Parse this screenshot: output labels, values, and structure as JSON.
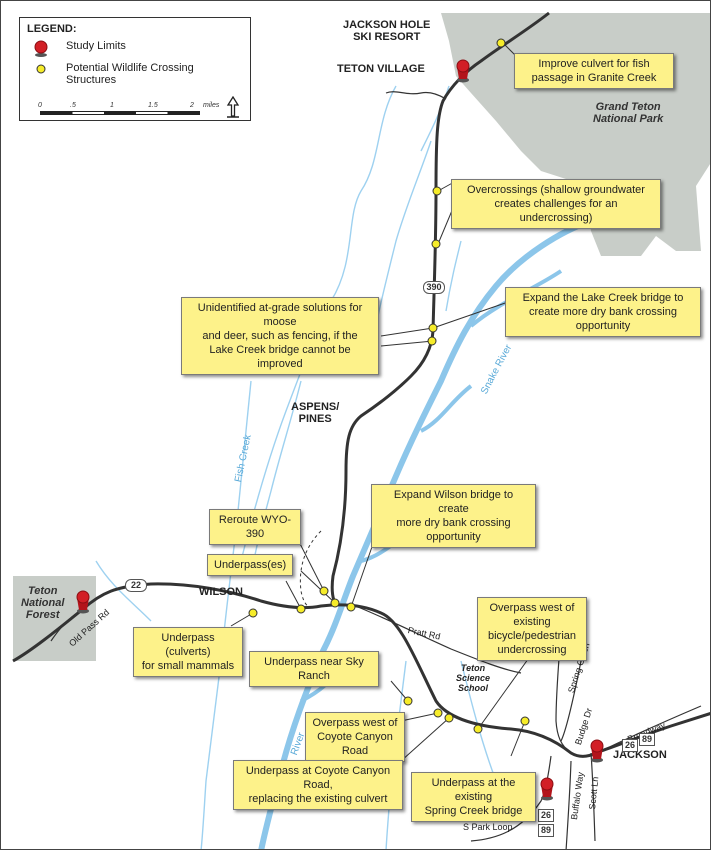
{
  "legend": {
    "title": "LEGEND:",
    "study_limits": "Study Limits",
    "crossing_line1": "Potential Wildlife Crossing",
    "crossing_line2": "Structures",
    "scale_ticks": [
      "0",
      ".5",
      "1",
      "1.5",
      "2",
      "miles"
    ]
  },
  "places": {
    "ski_resort_1": "JACKSON HOLE",
    "ski_resort_2": "SKI RESORT",
    "teton_village": "TETON VILLAGE",
    "grand_teton_1": "Grand Teton",
    "grand_teton_2": "National Park",
    "aspens_1": "ASPENS/",
    "aspens_2": "PINES",
    "wilson": "WILSON",
    "teton_forest_1": "Teton",
    "teton_forest_2": "National",
    "teton_forest_3": "Forest",
    "science_1": "Teton",
    "science_2": "Science",
    "science_3": "School",
    "jackson": "JACKSON"
  },
  "water": {
    "fish_creek": "Fish Creek",
    "snake_river": "Snake River",
    "river_fragment": "River"
  },
  "roads": {
    "old_pass": "Old Pass Rd",
    "pratt": "Pratt Rd",
    "spring_gulch": "Spring Gulch",
    "budge": "Budge Dr",
    "buffalo": "Buffalo Way",
    "scott": "Scott Ln",
    "broadway": "Broadway",
    "s_park": "S Park Loop"
  },
  "shields": {
    "wyo390": "390",
    "wyo22": "22",
    "us26a": "26",
    "us89a": "89",
    "us26b": "26",
    "us89b": "89"
  },
  "callouts": {
    "granite_1": "Improve culvert for fish",
    "granite_2": "passage in Granite Creek",
    "over_1": "Overcrossings  (shallow groundwater",
    "over_2": "creates challenges for an undercrossing)",
    "lake_1": "Expand the Lake Creek bridge to",
    "lake_2": "create more dry bank crossing opportunity",
    "grade_1": "Unidentified at-grade solutions for moose",
    "grade_2": "and deer, such as fencing, if the",
    "grade_3": "Lake Creek bridge cannot be improved",
    "wilson_br_1": "Expand Wilson bridge to create",
    "wilson_br_2": "more dry bank crossing opportunity",
    "reroute": "Reroute WYO-390",
    "underpasses": "Underpass(es)",
    "culverts_1": "Underpass (culverts)",
    "culverts_2": "for small mammals",
    "sky_ranch": "Underpass near Sky Ranch",
    "bike_1": "Overpass west of existing",
    "bike_2": "bicycle/pedestrian",
    "bike_3": "undercrossing",
    "coyote_over_1": "Overpass west of",
    "coyote_over_2": "Coyote Canyon Road",
    "coyote_under_1": "Underpass at Coyote Canyon Road,",
    "coyote_under_2": "replacing the existing culvert",
    "spring_1": "Underpass at the existing",
    "spring_2": "Spring Creek bridge"
  },
  "colors": {
    "park_fill": "#c8cdc8",
    "water": "#8cc6ea",
    "road": "#333333",
    "callout": "#fdf28a",
    "crossing_dot": "#f6ec2a",
    "study_pin": "#d21f26"
  }
}
